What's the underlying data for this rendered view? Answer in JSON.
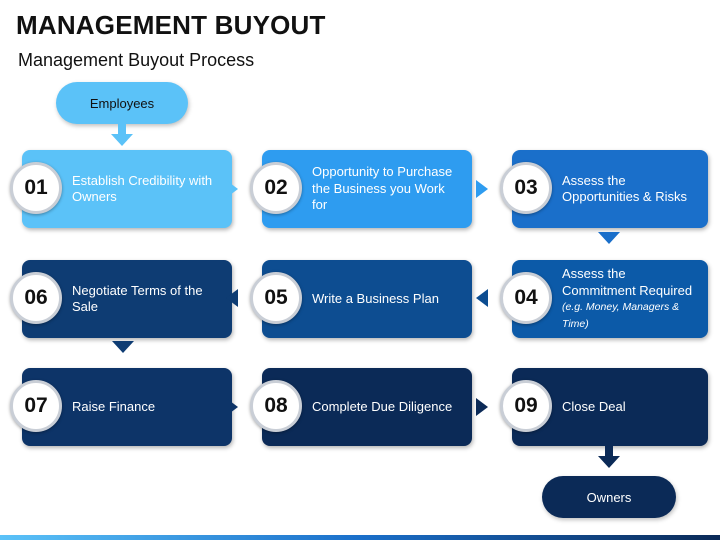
{
  "header": {
    "title": "MANAGEMENT BUYOUT",
    "subtitle": "Management Buyout Process"
  },
  "start_label": "Employees",
  "end_label": "Owners",
  "steps": [
    {
      "num": "01",
      "text": "Establish Credibility with Owners"
    },
    {
      "num": "02",
      "text": "Opportunity to Purchase the Business you Work for"
    },
    {
      "num": "03",
      "text": "Assess the Opportunities & Risks"
    },
    {
      "num": "04",
      "text": "Assess the Commitment Required",
      "note": "(e.g. Money, Managers & Time)"
    },
    {
      "num": "05",
      "text": "Write a Business Plan"
    },
    {
      "num": "06",
      "text": "Negotiate Terms of the Sale"
    },
    {
      "num": "07",
      "text": "Raise Finance"
    },
    {
      "num": "08",
      "text": "Complete Due Diligence"
    },
    {
      "num": "09",
      "text": "Close Deal"
    }
  ],
  "colors": {
    "light_blue": "#5bc2f8",
    "mid_blue": "#2e9cf0",
    "blue": "#1a6fca",
    "dark_navy": "#0b2a57"
  }
}
